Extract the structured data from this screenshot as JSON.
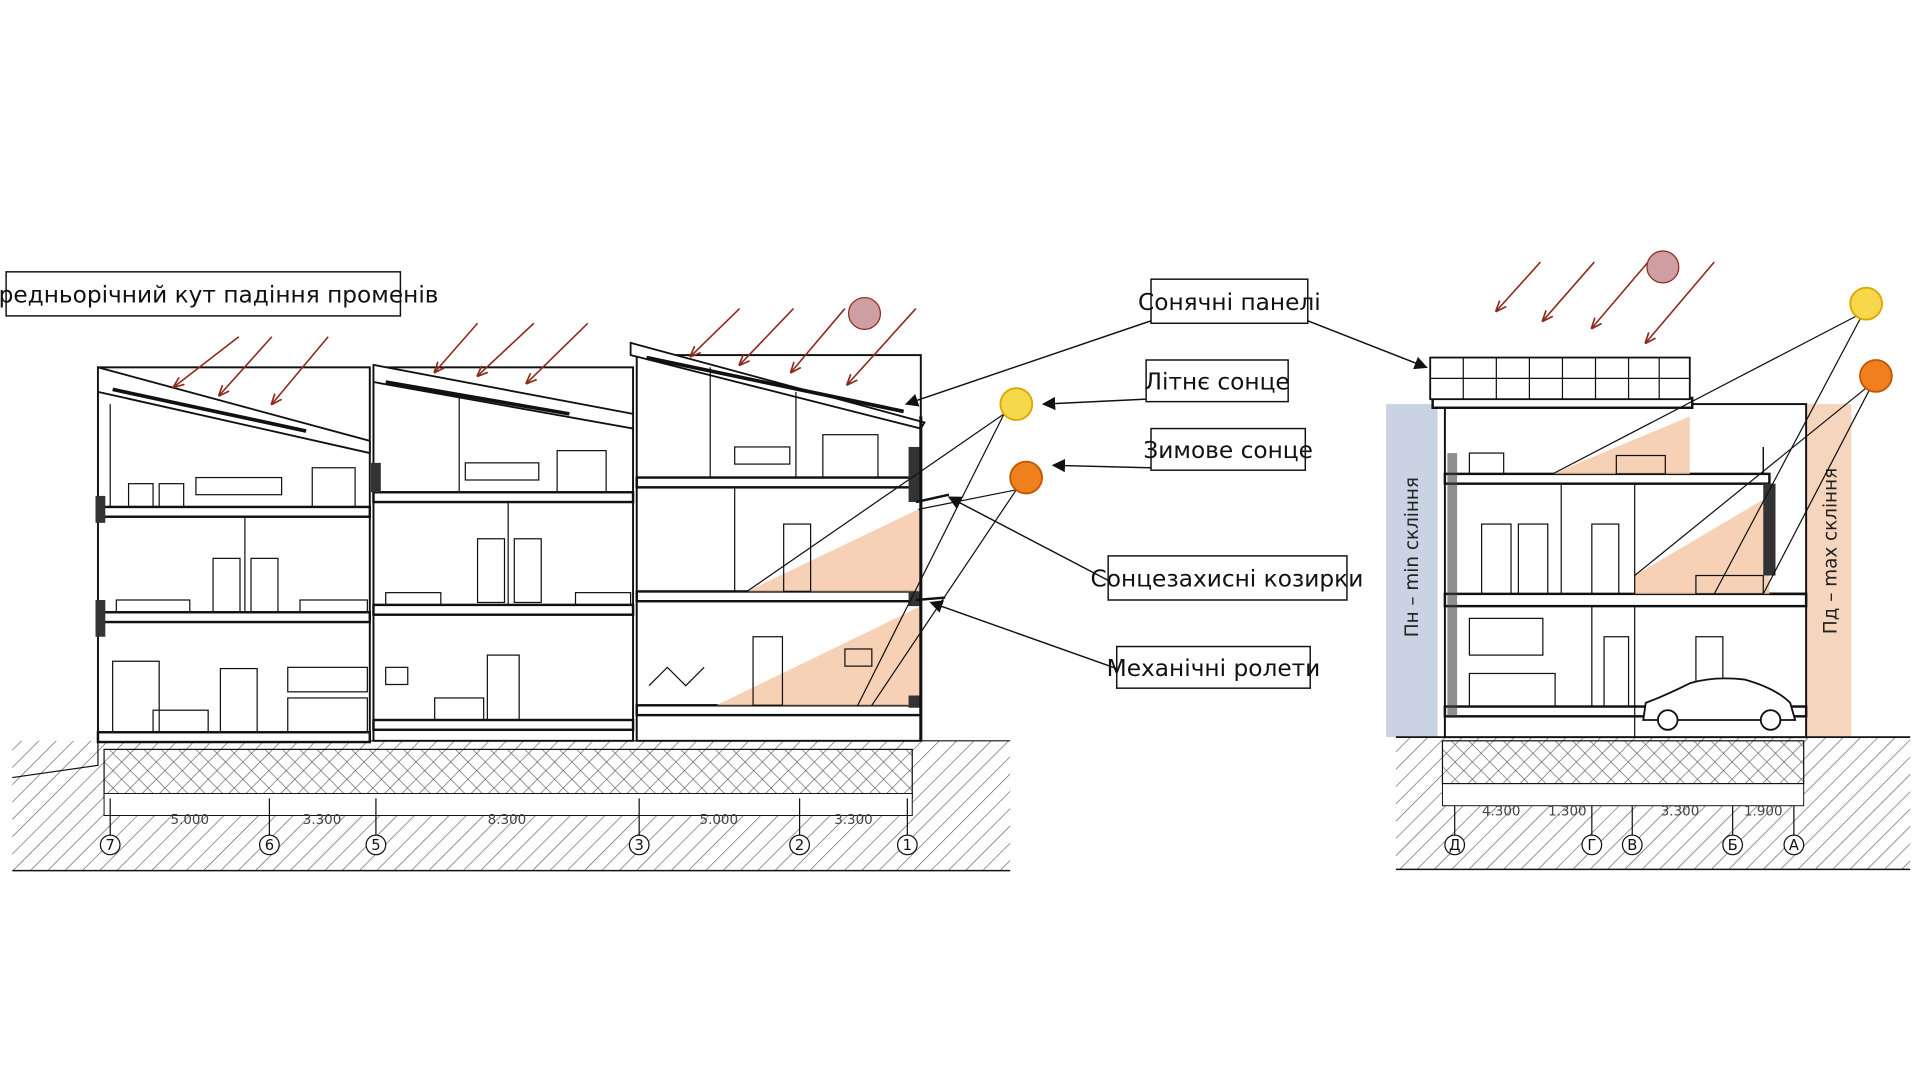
{
  "labels": {
    "avg_angle": "Середньорічний кут падіння променів",
    "solar_panels": "Сонячні панелі",
    "summer_sun": "Літнє сонце",
    "winter_sun": "Зимове сонце",
    "sun_visors": "Сонцезахисні козирки",
    "mech_shutters": "Механічні ролети",
    "north_glazing": "Пн – min скління",
    "south_glazing": "Пд – max скління"
  },
  "section_left": {
    "dims": [
      "5.000",
      "3.300",
      "8.300",
      "5.000",
      "3.300"
    ],
    "axes": [
      "7",
      "6",
      "5",
      "3",
      "2",
      "1"
    ]
  },
  "section_right": {
    "dims": [
      "4.300",
      "1.300",
      "3.300",
      "1.900"
    ],
    "axes": [
      "Д",
      "Г",
      "В",
      "Б",
      "А"
    ]
  },
  "colors": {
    "summer_sun": "#f7d84a",
    "winter_sun": "#f07f1e",
    "avg_sun": "#cf9ea3",
    "ray": "#8b2a1d",
    "sun_wedge": "#f6c9a8",
    "north_band": "#c9d3e3",
    "south_band": "#f6d5bf"
  }
}
